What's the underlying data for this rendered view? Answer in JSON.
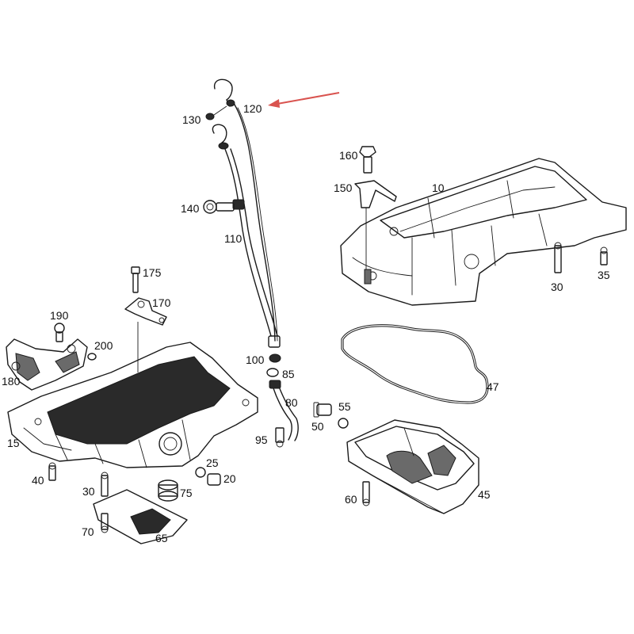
{
  "accent_arrow_color": "#d9534f",
  "callouts": {
    "c10": "10",
    "c15": "15",
    "c20": "20",
    "c25": "25",
    "c30a": "30",
    "c30b": "30",
    "c35": "35",
    "c40": "40",
    "c45": "45",
    "c47": "47",
    "c50": "50",
    "c55": "55",
    "c60": "60",
    "c65": "65",
    "c70": "70",
    "c75": "75",
    "c80": "80",
    "c85": "85",
    "c95": "95",
    "c100": "100",
    "c110": "110",
    "c120": "120",
    "c130": "130",
    "c140": "140",
    "c150": "150",
    "c160": "160",
    "c170": "170",
    "c175": "175",
    "c180": "180",
    "c190": "190",
    "c200": "200"
  }
}
